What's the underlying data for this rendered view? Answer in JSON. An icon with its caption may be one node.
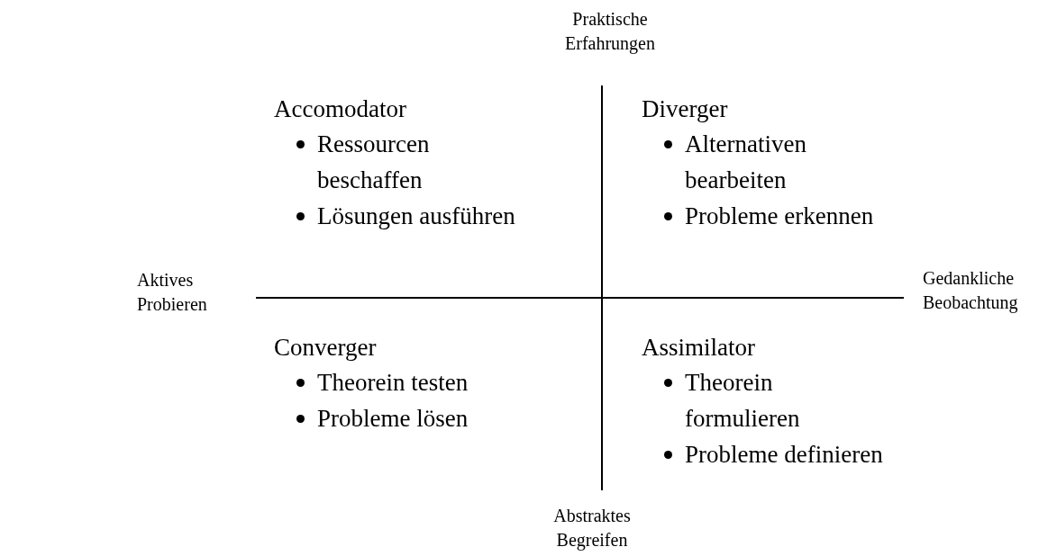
{
  "diagram": {
    "labels": [
      "Praktische Erfahrungen",
      "Accomodator",
      "Ressourcen beschaffen",
      "Lösungen ausführen",
      "Diverger",
      "Alternativen bearbeiten",
      "Probleme erkennen",
      "Aktives Probieren",
      "Gedankliche Beobachtung",
      "Converger",
      "Theorein testen",
      "Probleme lösen",
      "Assimilator",
      "Theorein formulieren",
      "Probleme definieren",
      "Abstraktes Begreifen"
    ]
  }
}
